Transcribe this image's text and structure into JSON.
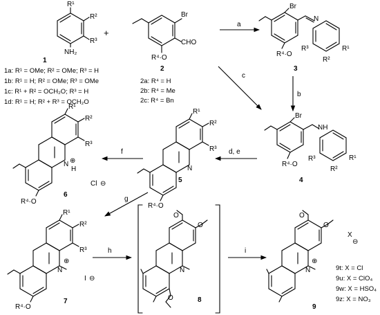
{
  "compound_numbers": {
    "c1": "1",
    "c2": "2",
    "c3": "3",
    "c4": "4",
    "c5": "5",
    "c6": "6",
    "c7": "7",
    "c8": "8",
    "c9": "9"
  },
  "atoms": {
    "nh2": "NH₂",
    "cho": "CHO",
    "br": "Br",
    "n": "N",
    "nh": "NH",
    "o": "O",
    "r1": "R¹",
    "r2": "R²",
    "r3": "R³",
    "r4o": "R⁴·O",
    "plus": "⊕",
    "h": "H",
    "chloride": "Cl",
    "iodide": "I",
    "anion_x": "X",
    "minus": "⊖"
  },
  "reagents": {
    "a": "a",
    "b": "b",
    "c": "c",
    "de": "d, e",
    "f": "f",
    "g": "g",
    "h": "h",
    "i": "i"
  },
  "substituents_1": [
    "1a: R¹ = OMe; R² = OMe; R³ = H",
    "1b: R¹ = H; R² = OMe; R³ = OMe",
    "1c: R¹ + R² = OCH₂O; R³ = H",
    "1d: R¹ = H; R² + R³ = OCH₂O"
  ],
  "substituents_2": [
    "2a: R⁴ = H",
    "2b: R⁴ = Me",
    "2c: R⁴ = Bn"
  ],
  "substituents_9": [
    "9t: X = Cl",
    "9u: X = ClO₄",
    "9w: X = HSO₄",
    "9z: X = NO₃"
  ]
}
